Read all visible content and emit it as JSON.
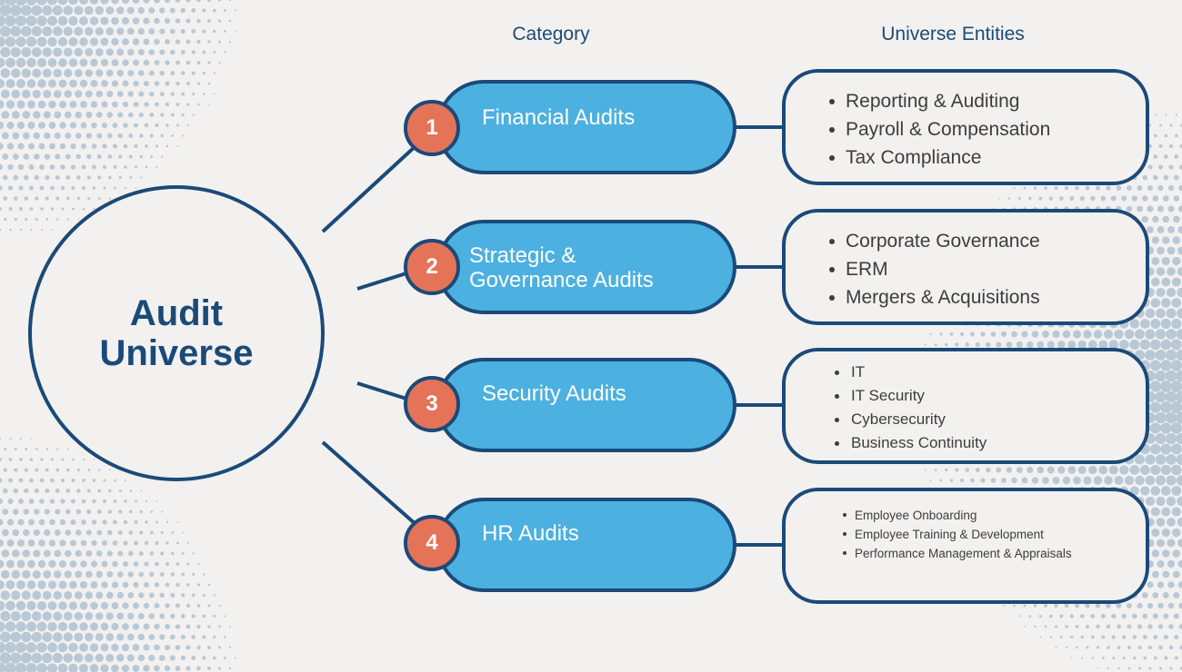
{
  "headers": {
    "category": "Category",
    "entities": "Universe Entities"
  },
  "hub": {
    "line1": "Audit",
    "line2": "Universe"
  },
  "colors": {
    "background": "#f2f1f0",
    "navy": "#1b4a78",
    "pill_fill": "#4cb0e0",
    "badge_fill": "#e57358",
    "halftone": "#b9c8d5",
    "entity_text": "#3d3d3d"
  },
  "categories": [
    {
      "number": "1",
      "label_lines": [
        "Financial Audits"
      ],
      "entities": [
        "Reporting & Auditing",
        "Payroll & Compensation",
        "Tax Compliance"
      ]
    },
    {
      "number": "2",
      "label_lines": [
        "Strategic &",
        "Governance Audits"
      ],
      "entities": [
        "Corporate Governance",
        "ERM",
        "Mergers & Acquisitions"
      ]
    },
    {
      "number": "3",
      "label_lines": [
        "Security Audits"
      ],
      "entities": [
        "IT",
        "IT Security",
        "Cybersecurity",
        "Business Continuity"
      ]
    },
    {
      "number": "4",
      "label_lines": [
        "HR Audits"
      ],
      "entities": [
        "Employee Onboarding",
        "Employee Training & Development",
        "Performance Management & Appraisals"
      ]
    }
  ]
}
